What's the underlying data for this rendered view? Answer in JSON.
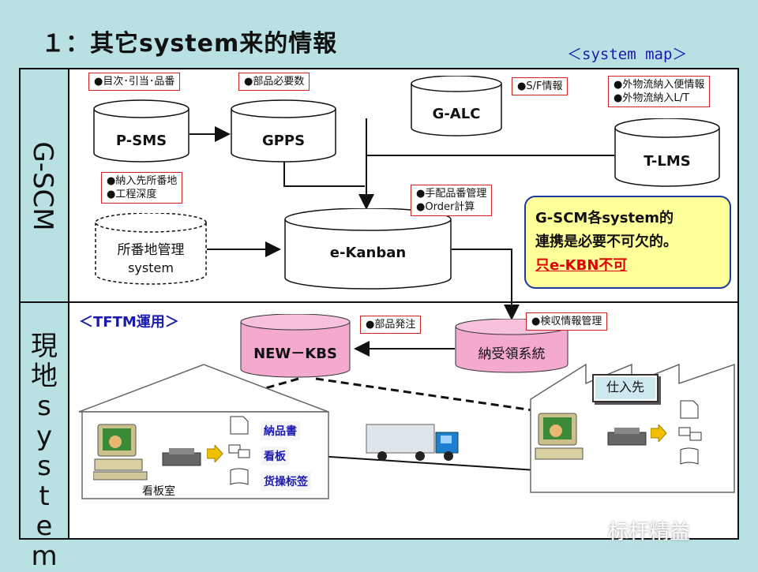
{
  "title": "１：其它system来的情報",
  "system_map_label": "＜system map＞",
  "sections": {
    "top": "G-SCM",
    "bottom_chars": [
      "現",
      "地",
      "s",
      "y",
      "s",
      "t",
      "e",
      "m"
    ]
  },
  "tftm_label": "＜TFTM運用＞",
  "nodes": {
    "psms": "P-SMS",
    "gpps": "GPPS",
    "galc": "G-ALC",
    "tlms": "T-LMS",
    "banchi_line1": "所番地管理",
    "banchi_line2": "system",
    "ekanban": "e-Kanban",
    "newkbs": "NEW－KBS",
    "nouju": "納受領系統"
  },
  "notes": {
    "psms": "●目次･引当･品番",
    "gpps": "●部品必要数",
    "banchi_1": "●納入先所番地",
    "banchi_2": "●工程深度",
    "galc": "●S/F情報",
    "tlms_1": "●外物流納入便情報",
    "tlms_2": "●外物流納入L/T",
    "ekanban_1": "●手配品番管理",
    "ekanban_2": "●Order計算",
    "newkbs": "●部品発注",
    "nouju": "●検収情報管理"
  },
  "callout": {
    "line1": "G-SCM各system的",
    "line2": "連携是必要不可欠的。",
    "line3": "只e-KBN不可"
  },
  "documents": [
    "納品書",
    "看板",
    "货操标签"
  ],
  "kanban_room": "看板室",
  "supplier": "仕入先",
  "watermark": "标杆精益",
  "colors": {
    "background": "#b9e1e3",
    "accent_blue": "#1a1ab0",
    "pink_cylinder": "#f4a9cf",
    "callout_bg": "#ffff99",
    "red_text": "#e00000"
  }
}
